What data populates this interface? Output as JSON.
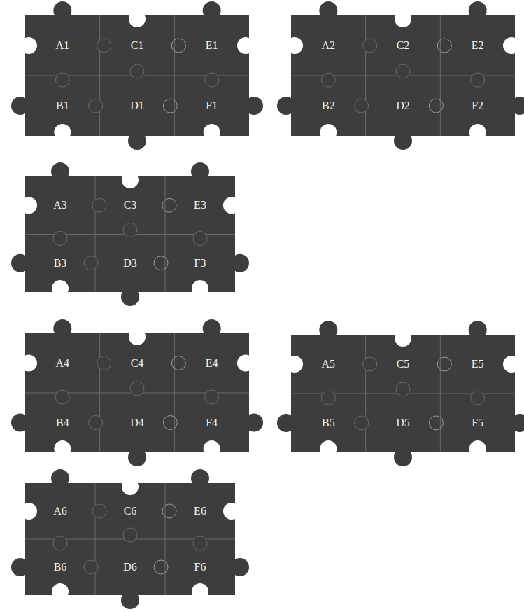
{
  "diagram": {
    "nodes": [
      {
        "text": [
          "A1"
        ]
      },
      {
        "text": [
          "C1"
        ]
      },
      {
        "text": [
          "E1"
        ]
      },
      {
        "text": [
          "B1"
        ]
      },
      {
        "text": [
          "D1"
        ]
      },
      {
        "text": [
          "F1"
        ]
      },
      {
        "text": [
          "A2"
        ]
      },
      {
        "text": [
          "C2"
        ]
      },
      {
        "text": [
          "E2"
        ]
      },
      {
        "text": [
          "B2"
        ]
      },
      {
        "text": [
          "D2"
        ]
      },
      {
        "text": [
          "F2"
        ]
      },
      {
        "text": [
          "A3"
        ]
      },
      {
        "text": [
          "C3"
        ]
      },
      {
        "text": [
          "E3"
        ]
      },
      {
        "text": [
          "B3"
        ]
      },
      {
        "text": [
          "D3"
        ]
      },
      {
        "text": [
          "F3"
        ]
      },
      {
        "text": [
          "A4"
        ]
      },
      {
        "text": [
          "C4"
        ]
      },
      {
        "text": [
          "E4"
        ]
      },
      {
        "text": [
          "B4"
        ]
      },
      {
        "text": [
          "D4"
        ]
      },
      {
        "text": [
          "F4"
        ]
      },
      {
        "text": [
          "A5"
        ]
      },
      {
        "text": [
          "C5"
        ]
      },
      {
        "text": [
          "E5"
        ]
      },
      {
        "text": [
          "B5"
        ]
      },
      {
        "text": [
          "D5"
        ]
      },
      {
        "text": [
          "F5"
        ]
      },
      {
        "text": [
          "A6"
        ]
      },
      {
        "text": [
          "C6"
        ]
      },
      {
        "text": [
          "E6"
        ]
      },
      {
        "text": [
          "B6"
        ]
      },
      {
        "text": [
          "D6"
        ]
      },
      {
        "text": [
          "F6"
        ]
      }
    ]
  }
}
